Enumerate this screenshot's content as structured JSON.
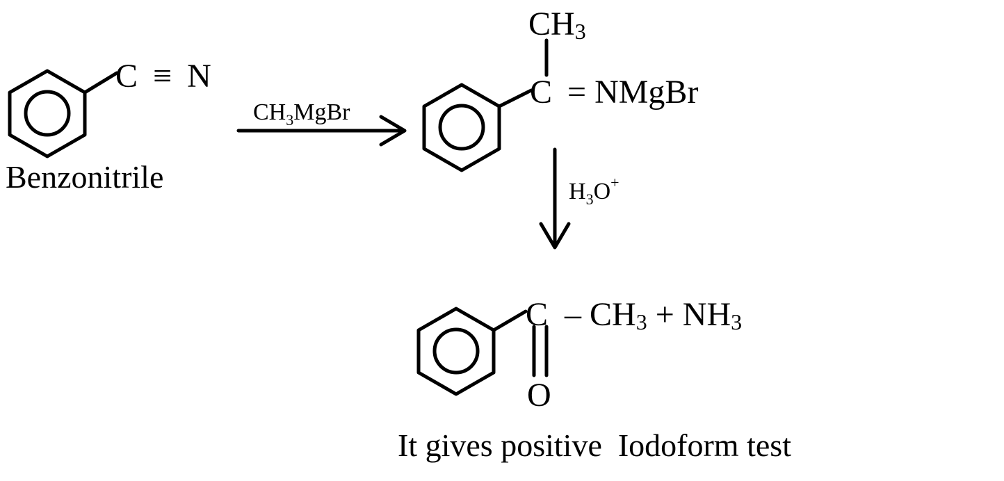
{
  "reactant": {
    "group_c": "C",
    "triple_bond": "≡",
    "group_n": "N",
    "name": "Benzonitrile"
  },
  "step1": {
    "reagent_main": "CH",
    "reagent_sub": "3",
    "reagent_rest": "MgBr"
  },
  "intermediate": {
    "methyl_main": "CH",
    "methyl_sub": "3",
    "carbon": "C",
    "rest": "= NMgBr"
  },
  "step2": {
    "reagent_h": "H",
    "reagent_sub": "3",
    "reagent_o": "O",
    "reagent_sup": "+"
  },
  "product": {
    "carbon": "C",
    "dash_methyl": "– CH",
    "methyl_sub": "3",
    "plus_nh": " + NH",
    "nh_sub": "3",
    "oxygen": "O"
  },
  "note": "It gives positive  Iodoform test"
}
